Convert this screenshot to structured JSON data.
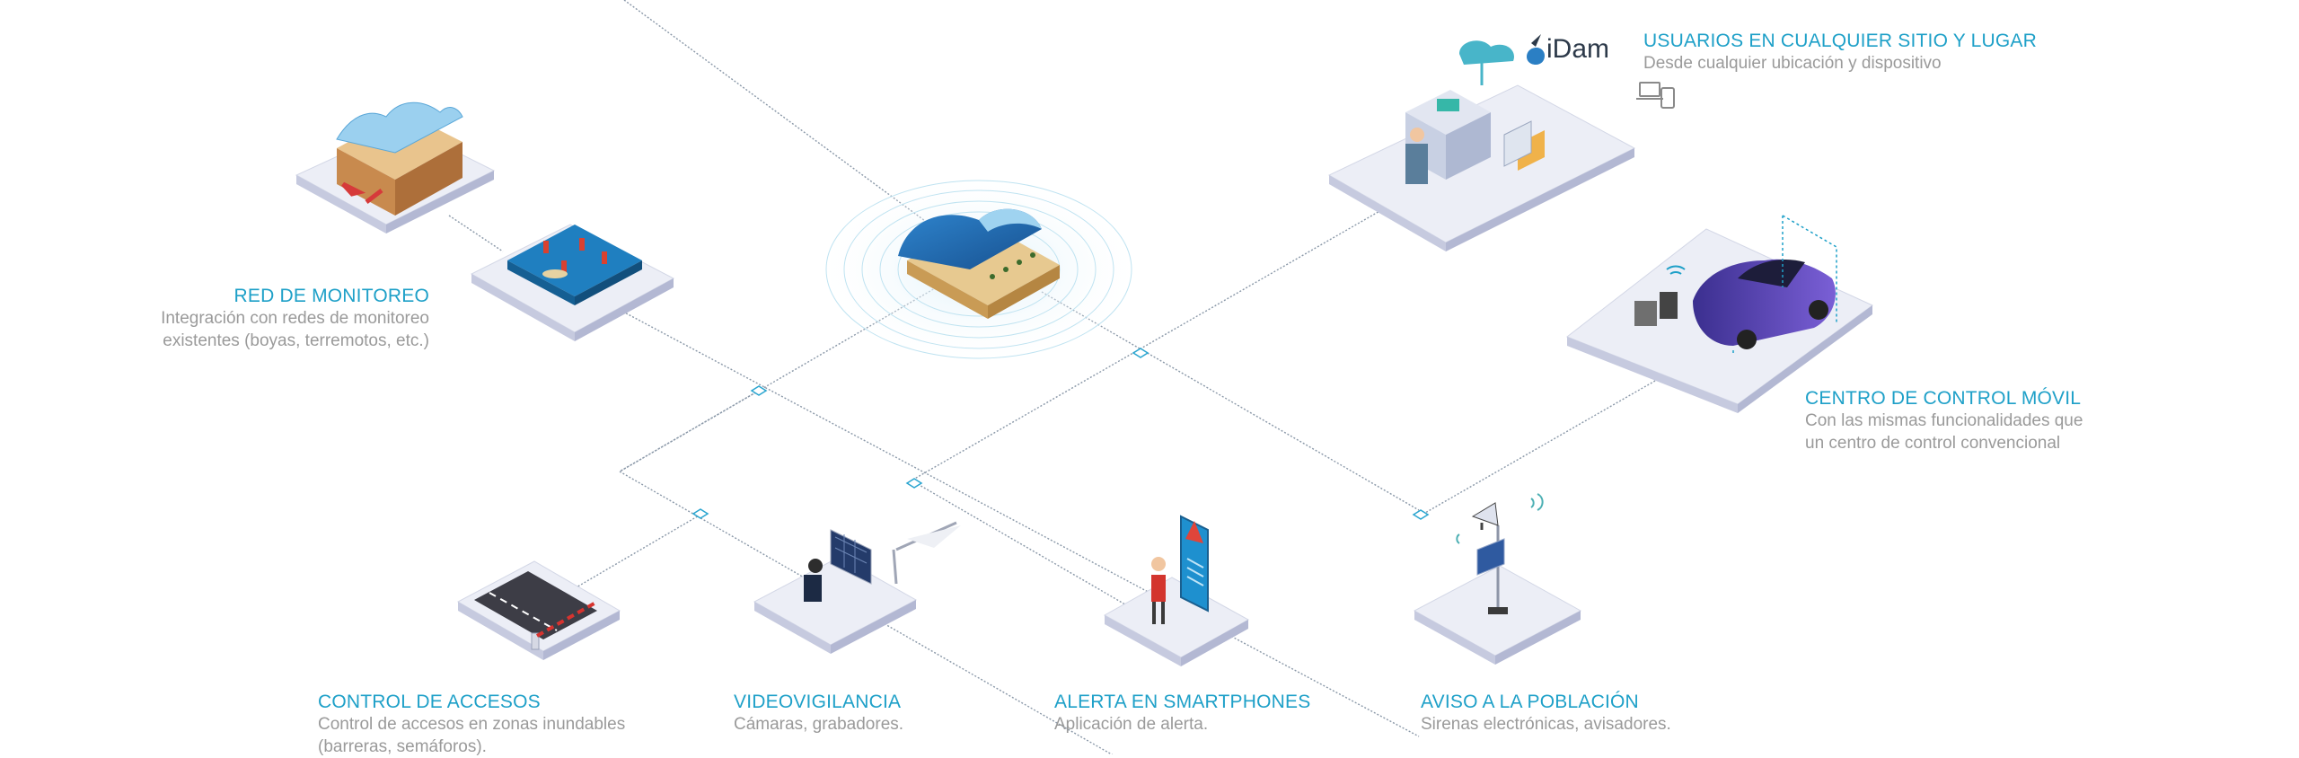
{
  "brand": "iDam",
  "colors": {
    "accent": "#1ea0c8",
    "text_gray": "#9a9a9a",
    "platform": "#eceef6",
    "wave": "#1f6fb5"
  },
  "nodes": {
    "monitoring": {
      "title": "RED DE MONITOREO",
      "desc_lines": [
        "Integración con redes de monitoreo",
        "existentes (boyas, terremotos, etc.)"
      ]
    },
    "users": {
      "title": "USUARIOS EN CUALQUIER SITIO Y LUGAR",
      "desc_lines": [
        "Desde cualquier ubicación y dispositivo"
      ]
    },
    "mobile": {
      "title": "CENTRO DE CONTROL MÓVIL",
      "desc_lines": [
        "Con las mismas funcionalidades que",
        "un centro de control convencional"
      ]
    },
    "access": {
      "title": "CONTROL DE ACCESOS",
      "desc_lines": [
        "Control de accesos en zonas inundables",
        "(barreras, semáforos)."
      ]
    },
    "video": {
      "title": "VIDEOVIGILANCIA",
      "desc_lines": [
        "Cámaras, grabadores."
      ]
    },
    "smartphone": {
      "title": "ALERTA EN SMARTPHONES",
      "desc_lines": [
        "Aplicación de alerta."
      ]
    },
    "population": {
      "title": "AVISO A LA POBLACIÓN",
      "desc_lines": [
        "Sirenas electrónicas, avisadores."
      ]
    }
  },
  "icons": {
    "earthquake": "earthquake-icon",
    "buoys": "buoy-network-icon",
    "tsunami": "tsunami-wave-icon",
    "cloud": "cloud-server-icon",
    "devices": "devices-icon",
    "car": "mobile-control-car-icon",
    "barrier": "barrier-road-icon",
    "cctv": "cctv-operator-icon",
    "phone": "smartphone-alert-icon",
    "siren": "siren-icon"
  }
}
